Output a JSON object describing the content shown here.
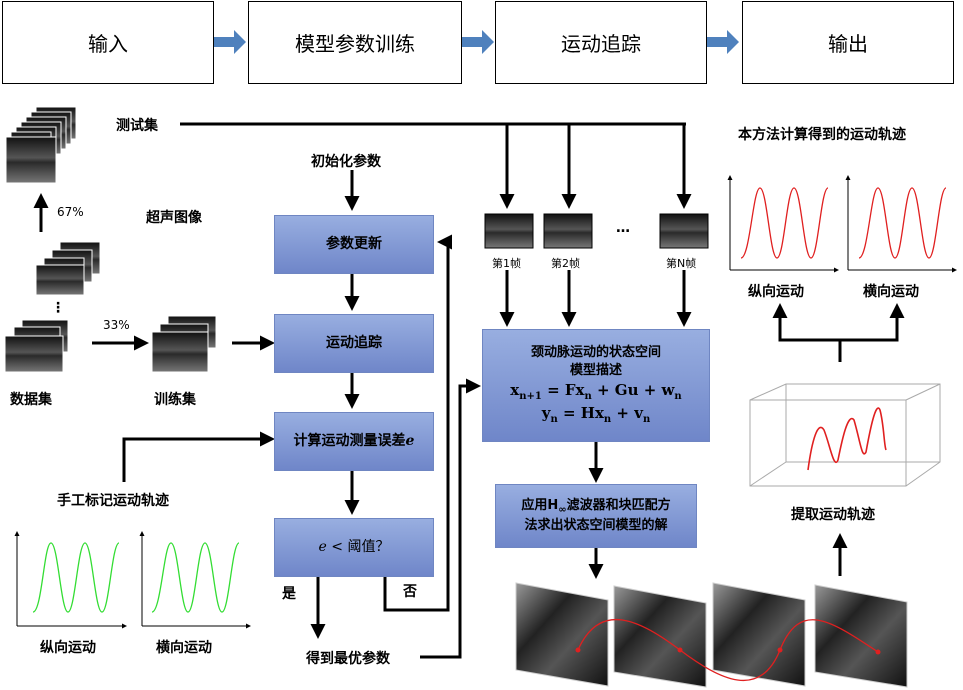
{
  "pipeline": [
    "输入",
    "模型参数训练",
    "运动追踪",
    "输出"
  ],
  "left": {
    "test_set": "测试集",
    "ultrasound_images": "超声图像",
    "pct_67": "67%",
    "pct_33": "33%",
    "dataset": "数据集",
    "training_set": "训练集",
    "manual_trajectory": "手工标记运动轨迹",
    "manual_plot_long": "纵向运动",
    "manual_plot_lat": "横向运动"
  },
  "center": {
    "init_params": "初始化参数",
    "param_update": "参数更新",
    "motion_tracking": "运动追踪",
    "compute_error": "计算运动测量误差",
    "compute_error_var": "e",
    "threshold_var": "e",
    "threshold_text": " < 阈值？",
    "yes": "是",
    "no": "否",
    "optimal_params": "得到最优参数"
  },
  "frames": {
    "frame1": "第1帧",
    "frame2": "第2帧",
    "ellipsis": "…",
    "frameN": "第N帧"
  },
  "model": {
    "title_line1": "颈动脉运动的状态空间",
    "title_line2": "模型描述",
    "eq1": "x",
    "eq2": "y",
    "solver_line1": "应用H",
    "solver_inf": "∞",
    "solver_line1b": "滤波器和块匹配方",
    "solver_line2": "法求出状态空间模型的解"
  },
  "right": {
    "computed_title": "本方法计算得到的运动轨迹",
    "plot_long": "纵向运动",
    "plot_lat": "横向运动",
    "extract": "提取运动轨迹"
  },
  "colors": {
    "arrow_blue": "#4f81bd",
    "box_blue": "#7f96d0",
    "green_curve": "#33dd33",
    "red_curve": "#e02020"
  }
}
